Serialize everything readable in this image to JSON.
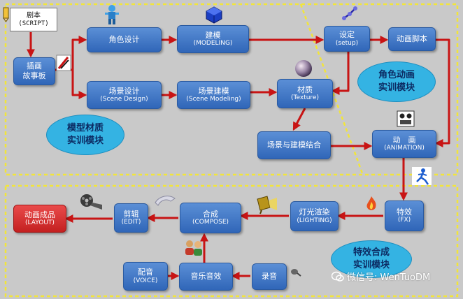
{
  "nodes": {
    "script": {
      "l1": "剧本",
      "l2": "(SCRIPT)"
    },
    "storyboard": {
      "l1": "插画",
      "l2": "故事板"
    },
    "character_design": {
      "l1": "角色设计"
    },
    "modeling": {
      "l1": "建模",
      "l2": "(MODELING)"
    },
    "setup": {
      "l1": "设定",
      "l2": "(setup)"
    },
    "anim_script": {
      "l1": "动画脚本"
    },
    "scene_design": {
      "l1": "场景设计",
      "l2": "(Scene Design)"
    },
    "scene_modeling": {
      "l1": "场景建模",
      "l2": "(Scene Modeling)"
    },
    "texture": {
      "l1": "材质",
      "l2": "(Texture)"
    },
    "scene_combine": {
      "l1": "场景与建模结合"
    },
    "animation": {
      "l1": "动　画",
      "l2": "(ANIMATION)"
    },
    "fx": {
      "l1": "特效",
      "l2": "(FX)"
    },
    "lighting": {
      "l1": "灯光渲染",
      "l2": "(LIGHTING)"
    },
    "compose": {
      "l1": "合成",
      "l2": "(COMPOSE)"
    },
    "edit": {
      "l1": "剪辑",
      "l2": "(EDIT)"
    },
    "layout": {
      "l1": "动画成品",
      "l2": "(LAYOUT)"
    },
    "voice": {
      "l1": "配音",
      "l2": "(VOICE)"
    },
    "music": {
      "l1": "音乐音效"
    },
    "record": {
      "l1": "录音"
    }
  },
  "modules": {
    "model_material": {
      "l1": "模型材质",
      "l2": "实训模块"
    },
    "character_anim": {
      "l1": "角色动画",
      "l2": "实训模块"
    },
    "fx_compose": {
      "l1": "特效合成",
      "l2": "实训模块"
    }
  },
  "watermark": {
    "text": "微信号: WenTuoDM"
  },
  "colors": {
    "node_blue": "#3a72c4",
    "node_red": "#d42c2c",
    "arrow_red": "#c81414",
    "module_ellipse": "#34b3e3",
    "dashed_border": "#f2e53a",
    "background": "#c9c9c9"
  }
}
